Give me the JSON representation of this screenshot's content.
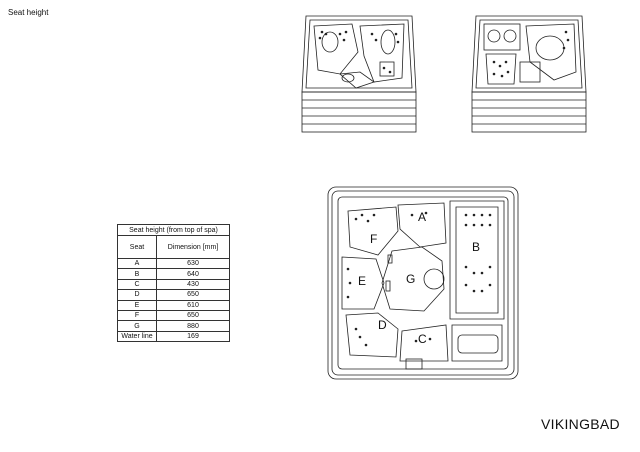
{
  "page": {
    "title": "Seat height"
  },
  "table": {
    "caption": "Seat height (from top of spa)",
    "headers": {
      "seat": "Seat",
      "dimension": "Dimension [mm]"
    },
    "rows": [
      {
        "seat": "A",
        "dimension": "630"
      },
      {
        "seat": "B",
        "dimension": "640"
      },
      {
        "seat": "C",
        "dimension": "430"
      },
      {
        "seat": "D",
        "dimension": "650"
      },
      {
        "seat": "E",
        "dimension": "610"
      },
      {
        "seat": "F",
        "dimension": "650"
      },
      {
        "seat": "G",
        "dimension": "880"
      },
      {
        "seat": "Water line",
        "dimension": "169"
      }
    ]
  },
  "plan_labels": {
    "a": "A",
    "b": "B",
    "c": "C",
    "d": "D",
    "e": "E",
    "f": "F",
    "g": "G"
  },
  "brand": {
    "name": "VIKINGBAD"
  }
}
